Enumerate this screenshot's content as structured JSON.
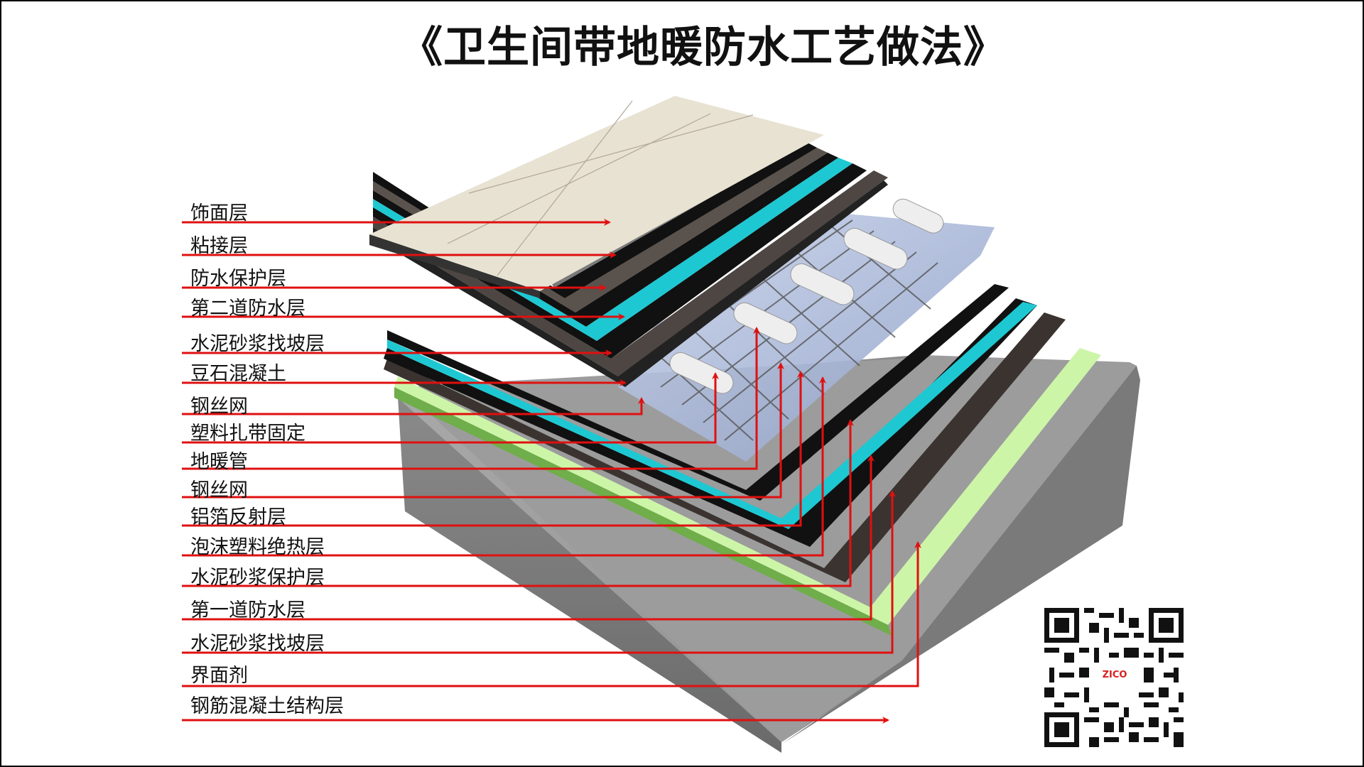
{
  "title": "《卫生间带地暖防水工艺做法》",
  "colors": {
    "arrow": "#e01010",
    "tile": "#e8e2d2",
    "cyan": "#1ec8d2",
    "mortar": "#5a524c",
    "black": "#111111",
    "green": "#cdf5a8",
    "concrete": "#8e8e8e"
  },
  "layers": [
    {
      "label": "饰面层"
    },
    {
      "label": "粘接层"
    },
    {
      "label": "防水保护层"
    },
    {
      "label": "第二道防水层"
    },
    {
      "label": "水泥砂浆找坡层"
    },
    {
      "label": "豆石混凝土"
    },
    {
      "label": "钢丝网"
    },
    {
      "label": "塑料扎带固定"
    },
    {
      "label": "地暖管"
    },
    {
      "label": "钢丝网"
    },
    {
      "label": "铝箔反射层"
    },
    {
      "label": "泡沫塑料绝热层"
    },
    {
      "label": "水泥砂浆保护层"
    },
    {
      "label": "第一道防水层"
    },
    {
      "label": "水泥砂浆找坡层"
    },
    {
      "label": "界面剂"
    },
    {
      "label": "钢筋混凝土结构层"
    }
  ],
  "qr": {
    "center_text": "ZICO"
  }
}
